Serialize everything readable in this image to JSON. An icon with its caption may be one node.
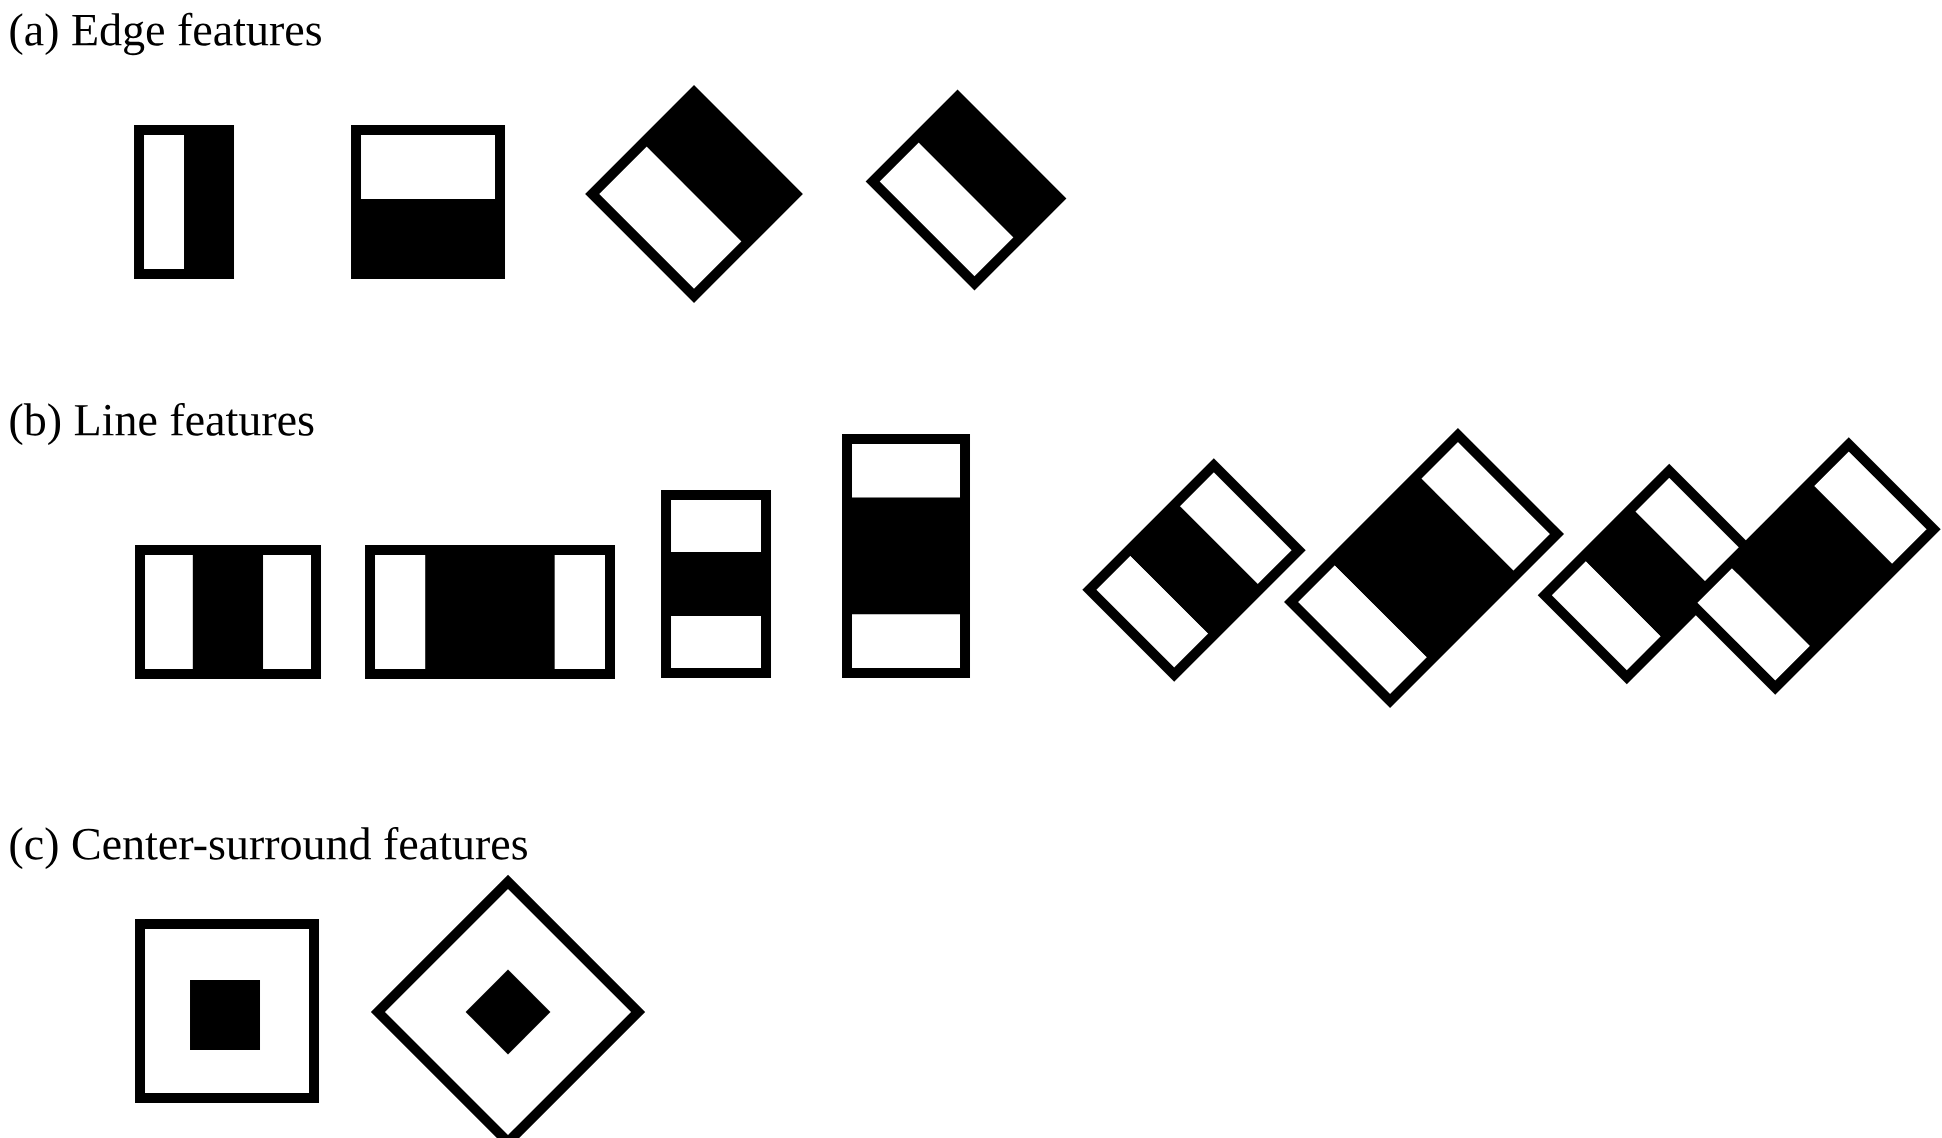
{
  "diagram": {
    "labels": [
      "(a) Edge features",
      "(b) Line features",
      "(c)  Center-surround features"
    ]
  }
}
